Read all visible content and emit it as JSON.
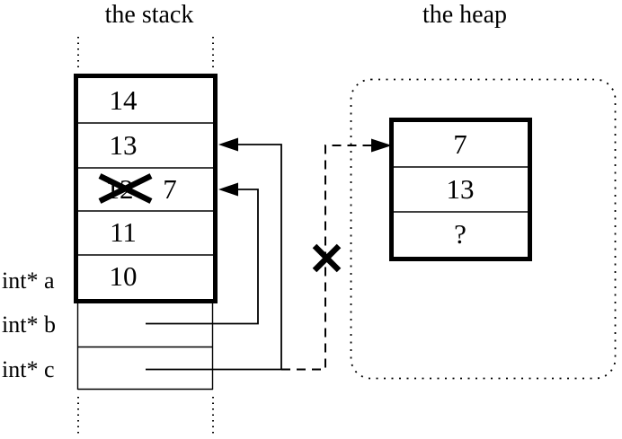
{
  "stack": {
    "title": "the stack",
    "cells": [
      {
        "value": "14"
      },
      {
        "value": "13"
      },
      {
        "value": "12",
        "crossed_out": true,
        "overwritten_value": "7"
      },
      {
        "value": "11"
      },
      {
        "value": "10"
      }
    ],
    "variables": [
      {
        "label": "int* a"
      },
      {
        "label": "int* b"
      },
      {
        "label": "int* c"
      }
    ]
  },
  "heap": {
    "title": "the heap",
    "cells": [
      {
        "value": "7"
      },
      {
        "value": "13"
      },
      {
        "value": "?"
      }
    ]
  },
  "colors": {
    "foreground": "#000000",
    "background": "#ffffff"
  }
}
